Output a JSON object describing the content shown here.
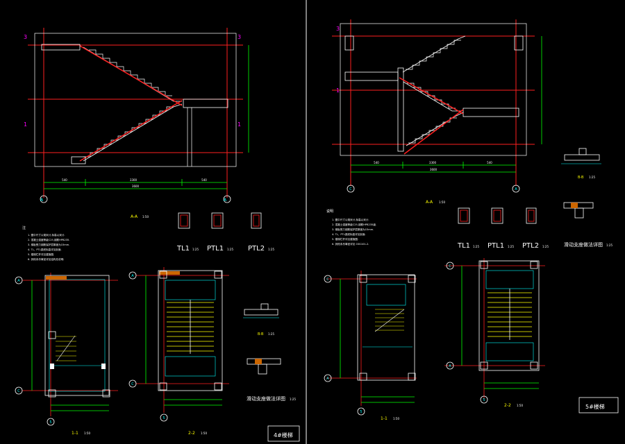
{
  "colors": {
    "background": "#000000",
    "axis_red": "#ff2020",
    "dimension_green": "#00ff00",
    "outline_white": "#ffffff",
    "hatch_yellow": "#ffff00",
    "beam_cyan": "#00ffff",
    "note_magenta": "#ff00ff"
  },
  "left_sheet": {
    "section_title": "A-A",
    "section_scale": "1:50",
    "axis_labels": [
      "A",
      "A"
    ],
    "level_marks": [
      "3",
      "1",
      "3",
      "1"
    ],
    "dim_values": [
      "540",
      "3300",
      "540",
      "3600"
    ],
    "notes_heading": "注",
    "notes": [
      "1. 图中尺寸以毫米计,标高以米计.",
      "2. 混凝土强度等级C25,钢筋HPB235.",
      "3. 梯板受力钢筋保护层厚度为15mm.",
      "4. TL、PTL梁底标高详见剖面.",
      "5. 楼梯栏杆详见建施图.",
      "6. 其他未尽事宜详见结构总说明."
    ],
    "beam_details": [
      {
        "label": "TL1",
        "scale": "1:25"
      },
      {
        "label": "PTL1",
        "scale": "1:25"
      },
      {
        "label": "PTL2",
        "scale": "1:25"
      }
    ],
    "plan1_title": "1-1",
    "plan1_scale": "1:50",
    "plan2_title": "2-2",
    "plan2_scale": "1:50",
    "plan_axes": [
      "A",
      "C",
      "5",
      "A",
      "C",
      "5"
    ],
    "small_section_title": "B-B",
    "small_section_scale": "1:25",
    "joint_detail_title": "滑动支座做法详图",
    "joint_detail_scale": "1:25",
    "sheet_name": "4#楼梯"
  },
  "right_sheet": {
    "section_title": "A-A",
    "section_scale": "1:50",
    "axis_labels": [
      "C",
      "A"
    ],
    "level_marks": [
      "3",
      "1"
    ],
    "dim_values": [
      "540",
      "3300",
      "540",
      "3600"
    ],
    "notes_heading": "说明",
    "notes": [
      "1. 图中尺寸以毫米计,标高以米计.",
      "2. 混凝土强度等级C25,钢筋HPB235级.",
      "3. 梯板受力钢筋保护层厚度为15mm.",
      "4. TL、PTL梁底标高详见剖面.",
      "5. 楼梯栏杆详见建施图.",
      "6. 其他未尽事宜详见 03G101-2."
    ],
    "beam_details": [
      {
        "label": "TL1",
        "scale": "1:25"
      },
      {
        "label": "PTL1",
        "scale": "1:25"
      },
      {
        "label": "PTL2",
        "scale": "1:25"
      }
    ],
    "small_section_title": "B-B",
    "small_section_scale": "1:25",
    "joint_detail_title": "滑动支座做法详图",
    "joint_detail_scale": "1:25",
    "plan1_title": "1-1",
    "plan1_scale": "1:50",
    "plan2_title": "2-2",
    "plan2_scale": "1:50",
    "plan_axes": [
      "C",
      "A",
      "5",
      "C",
      "A",
      "5"
    ],
    "sheet_name": "5#楼梯"
  }
}
